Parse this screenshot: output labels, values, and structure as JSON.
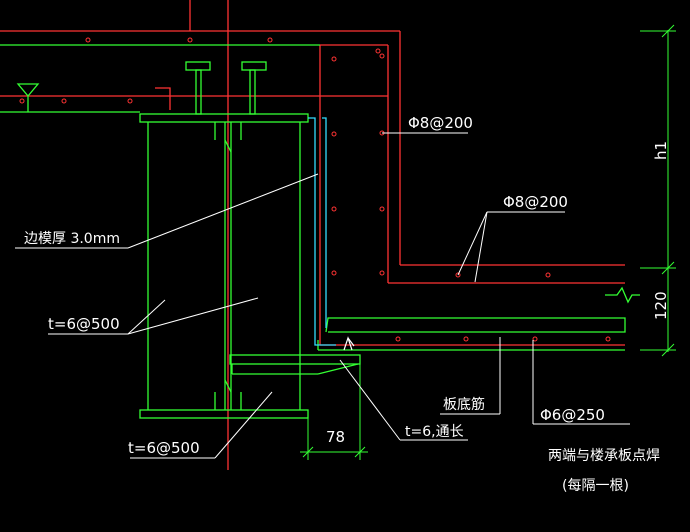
{
  "colors": {
    "background": "#000000",
    "steel": "#33ff33",
    "concrete": "#ff3333",
    "rebar_dot": "#ff3333",
    "formwork": "#33ddff",
    "dimension": "#33ff33",
    "leader": "#ffffff",
    "text": "#ffffff"
  },
  "annotations": {
    "rebar_top": "Φ8@200",
    "rebar_mid": "Φ8@200",
    "formwork_thickness": "边模厚 3.0mm",
    "plate_upper": "t=6@500",
    "plate_lower": "t=6@500",
    "rebar_bottom": "Φ6@250",
    "slab_bottom_rebar": "板底筋",
    "plate_continuous": "t=6,通长",
    "weld_note": "两端与楼承板点焊",
    "weld_note_sub": "(每隔一根)"
  },
  "dimensions": {
    "h1": "h1",
    "slab_thickness": "120",
    "plate_width": "78"
  },
  "icons": {
    "elevation_marker": "triangle-elevation-icon"
  }
}
